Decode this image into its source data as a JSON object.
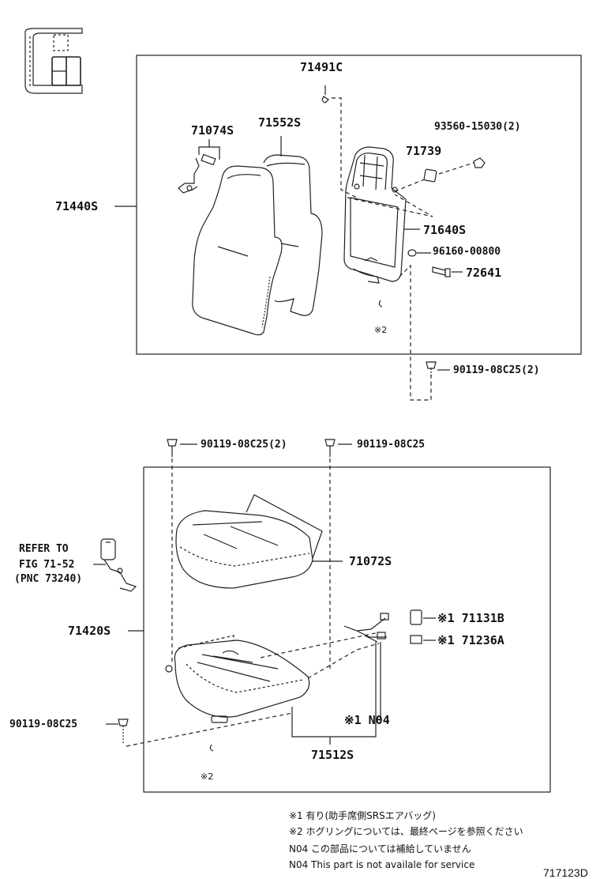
{
  "labels": {
    "p71491c": "71491C",
    "p71074s": "71074S",
    "p71552s": "71552S",
    "p93560": "93560-15030(2)",
    "p71739": "71739",
    "p71440s": "71440S",
    "p71640s": "71640S",
    "p96160": "96160-00800",
    "p72641": "72641",
    "p90119_top": "90119-08C25(2)",
    "p90119_mid1": "90119-08C25(2)",
    "p90119_mid2": "90119-08C25",
    "p71072s": "71072S",
    "p71420s": "71420S",
    "p171131b": "※1 71131B",
    "p171236a": "※1 71236A",
    "pn04": "※1 N04",
    "p71512s": "71512S",
    "p90119_low": "90119-08C25"
  },
  "refer": {
    "line1": "REFER TO",
    "line2": "FIG 71-52",
    "line3": "(PNC 73240)"
  },
  "marks": {
    "m2_upper": "※2",
    "m2_lower": "※2"
  },
  "notes": [
    "※1 有り(助手席側SRSエアバッグ)",
    "※2  ホグリングについては、最終ページを参照ください",
    "N04  この部品については補給していません",
    "N04  This part is not availale for service"
  ],
  "figure_id": "717123D"
}
